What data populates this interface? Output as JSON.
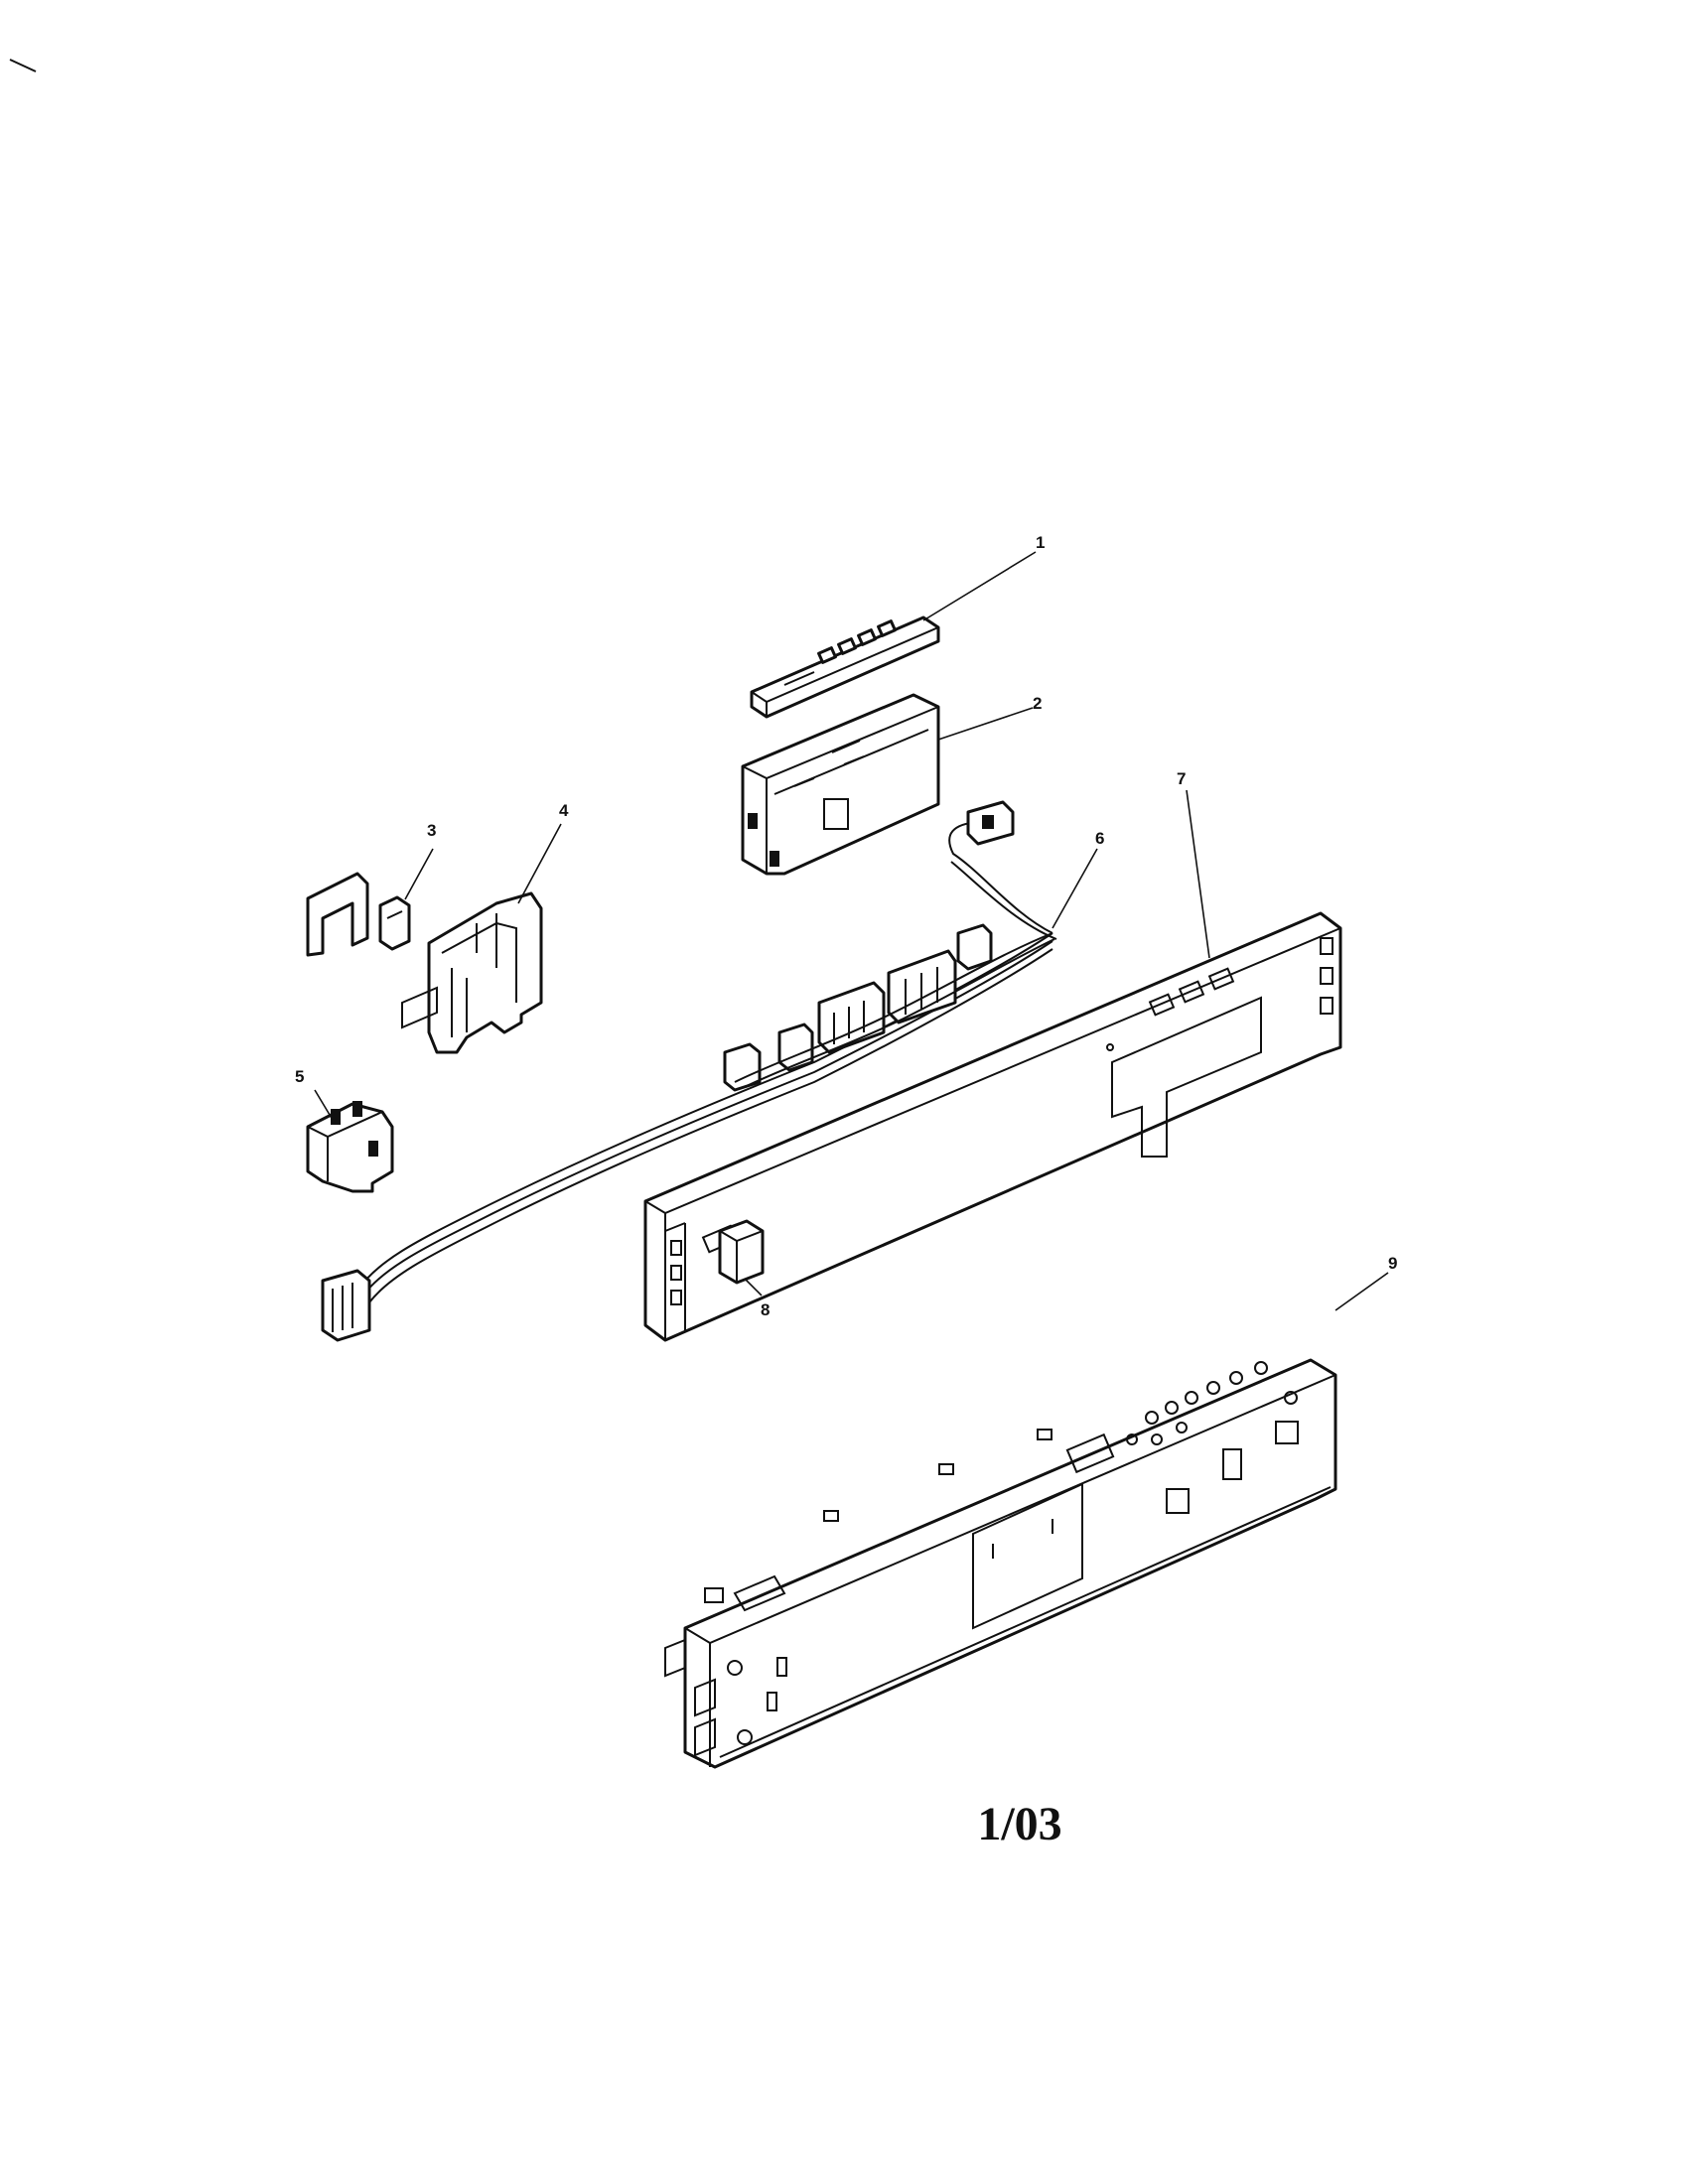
{
  "diagram": {
    "callouts": [
      "1",
      "2",
      "3",
      "4",
      "5",
      "6",
      "7",
      "8",
      "9"
    ]
  },
  "footer": {
    "page_code": "1/03"
  }
}
